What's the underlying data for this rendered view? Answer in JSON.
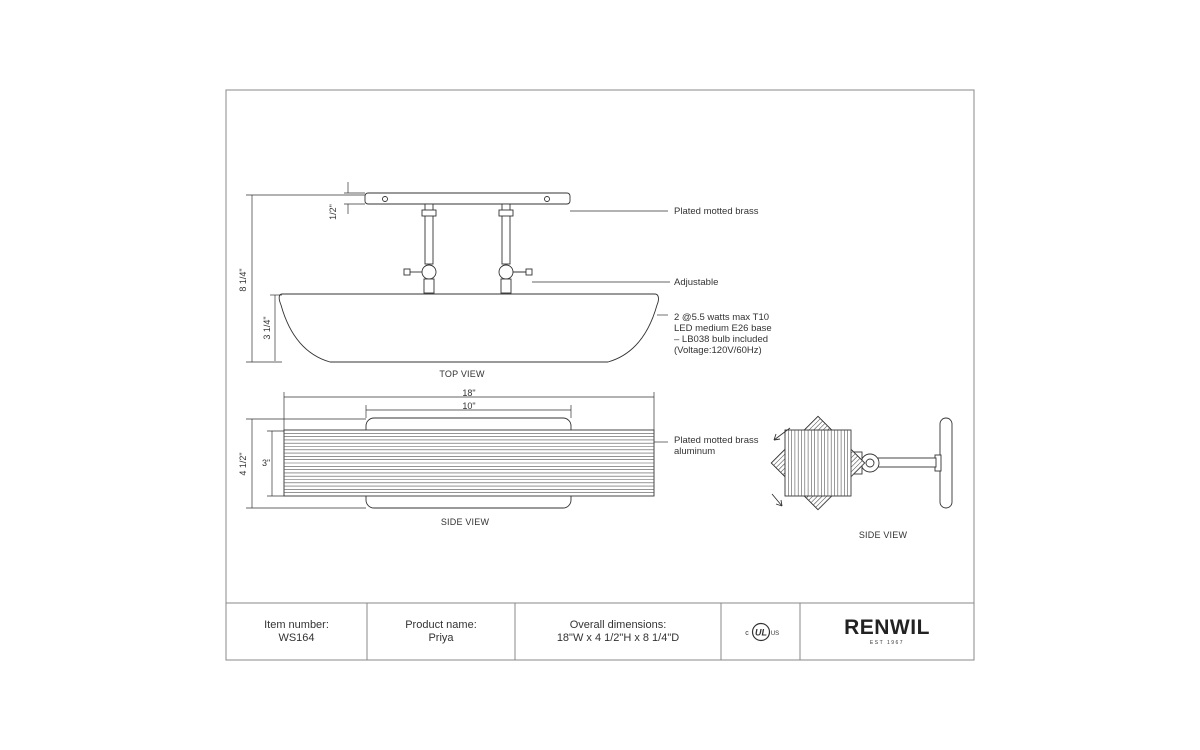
{
  "callouts": {
    "canopy_finish": "Plated motted brass",
    "adjustable": "Adjustable",
    "bulb_line1": "2 @5.5 watts max T10",
    "bulb_line2": "LED medium E26 base",
    "bulb_line3": "– LB038 bulb included",
    "bulb_line4": "(Voltage:120V/60Hz)",
    "shade_line1": "Plated motted brass",
    "shade_line2": "aluminum"
  },
  "dimensions": {
    "canopy_depth": "1/2\"",
    "overall_height": "8 1/4\"",
    "shade_depth": "3 1/4\"",
    "overall_width": "18\"",
    "backplate_width": "10\"",
    "overall_side_height": "4 1/2\"",
    "shade_height": "3\""
  },
  "views": {
    "top": "TOP VIEW",
    "side_front": "SIDE VIEW",
    "side_profile": "SIDE VIEW"
  },
  "title_block": {
    "item_label": "Item number:",
    "item_value": "WS164",
    "product_label": "Product name:",
    "product_value": "Priya",
    "dims_label": "Overall dimensions:",
    "dims_value": "18\"W x 4 1/2\"H x 8 1/4\"D",
    "brand": "RENWIL",
    "brand_sub": "EST 1967"
  }
}
